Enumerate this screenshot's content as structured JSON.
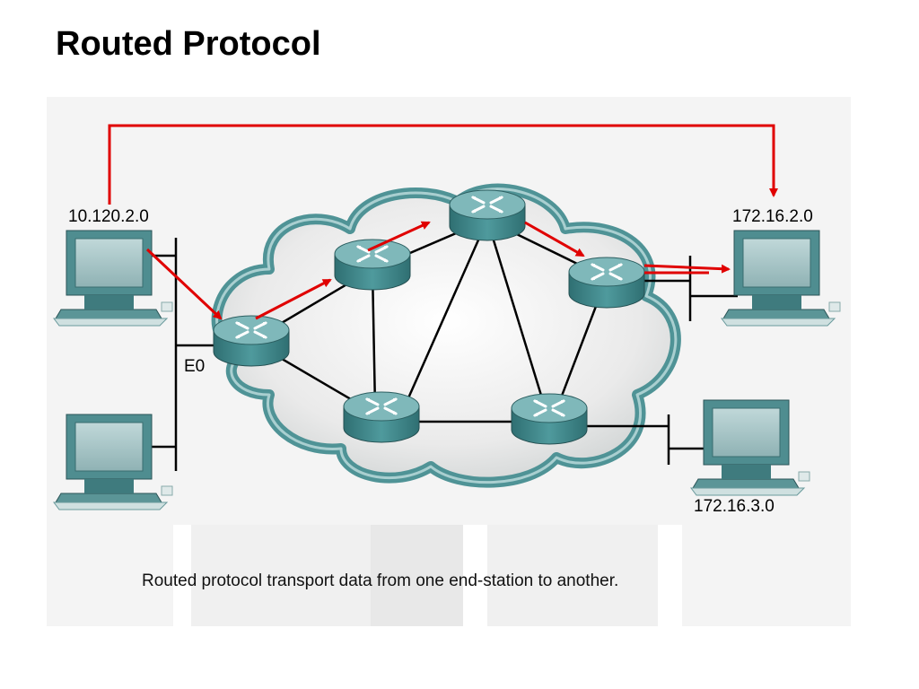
{
  "title": "Routed Protocol",
  "diagram": {
    "networks": {
      "source": "10.120.2.0",
      "destination": "172.16.2.0",
      "other": "172.16.3.0"
    },
    "interface_label": "E0",
    "caption": "Routed protocol transport data from one end-station to another.",
    "colors": {
      "path_arrow": "#e00000",
      "router_body": "#3f8a8d",
      "router_top": "#7fb8ba",
      "link": "#000000",
      "cloud_edge": "#4f9396",
      "computer_screen": "#a9c6c8"
    },
    "icons": [
      "computer-icon",
      "router-icon",
      "cloud-icon"
    ]
  }
}
